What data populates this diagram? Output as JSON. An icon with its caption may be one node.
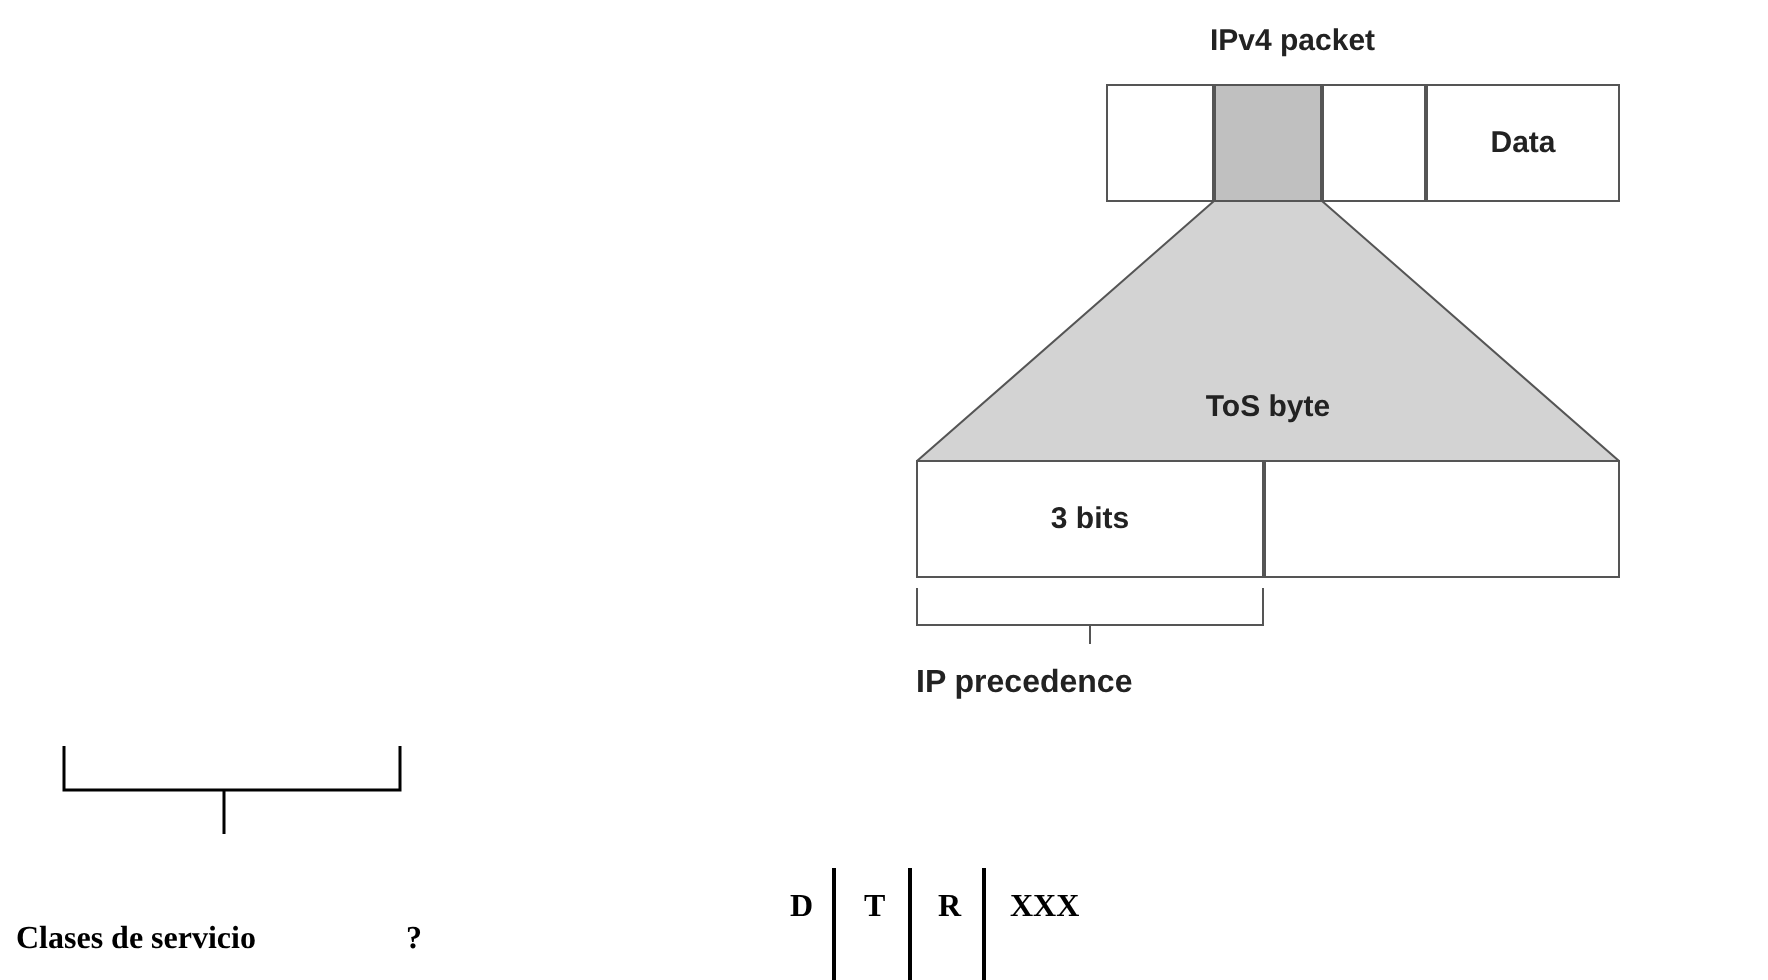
{
  "diagram": {
    "nodes": [
      {
        "text": [
          "IPv4 packet"
        ]
      },
      {
        "text": [],
        "shape": "box",
        "in": 0
      },
      {
        "text": [],
        "shape": "box",
        "in": 0
      },
      {
        "text": [],
        "shape": "box",
        "in": 0
      },
      {
        "text": [
          "Data"
        ],
        "in": 0
      },
      {
        "text": [
          "ToS byte"
        ]
      },
      {
        "text": [
          "3 bits"
        ]
      },
      {
        "text": [],
        "shape": "box"
      }
    ],
    "edges": [],
    "labels": [
      "IP precedence",
      "Clases de servicio",
      "?",
      "D",
      "T",
      "R",
      "XXX"
    ]
  }
}
